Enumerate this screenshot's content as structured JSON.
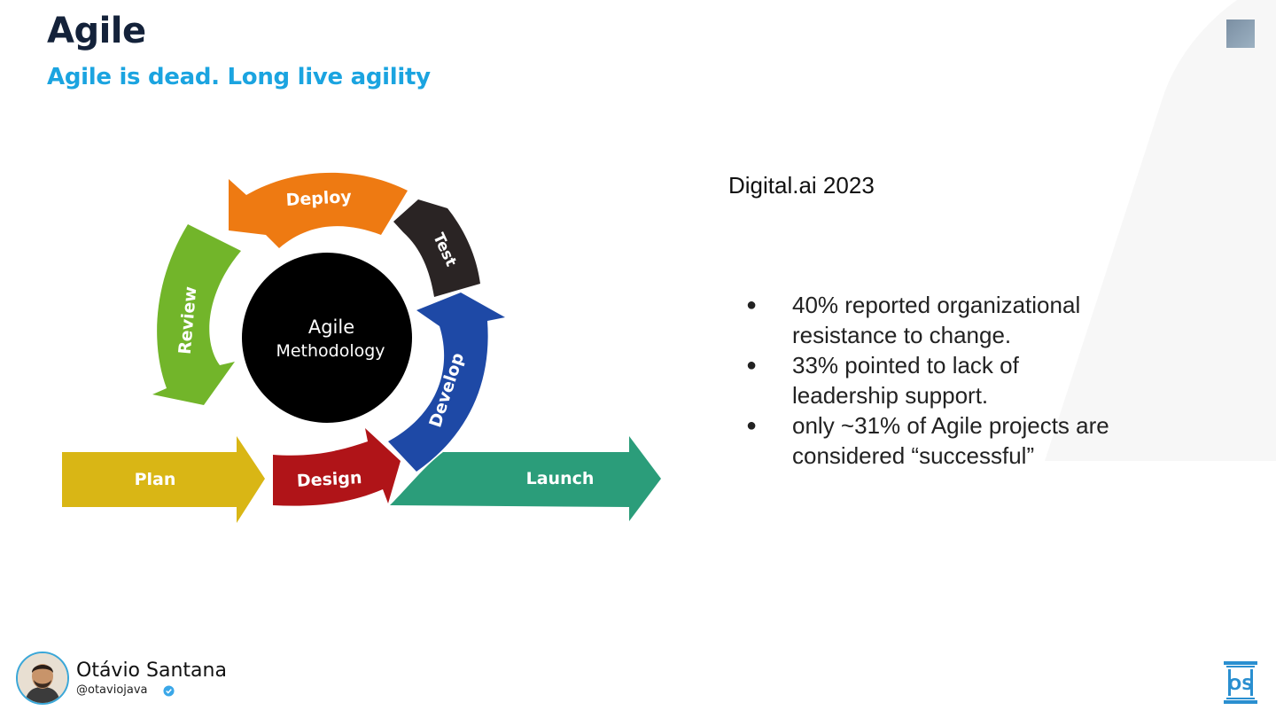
{
  "slide": {
    "title": "Agile",
    "subtitle": "Agile is dead. Long live agility"
  },
  "diagram": {
    "center": [
      "Agile",
      "Methodology"
    ],
    "steps": {
      "plan": "Plan",
      "design": "Design",
      "develop": "Develop",
      "test": "Test",
      "deploy": "Deploy",
      "review": "Review",
      "launch": "Launch"
    },
    "colors": {
      "plan": "#d9b615",
      "design": "#b01418",
      "develop": "#1e49a6",
      "test": "#2a2424",
      "deploy": "#ee7a12",
      "review": "#72b52a",
      "launch": "#2b9d7a",
      "center": "#000000"
    }
  },
  "content": {
    "source": "Digital.ai 2023",
    "bullets": [
      "40% reported organizational resistance to change.",
      "33% pointed to lack of leadership support.",
      "only ~31% of Agile projects are considered “successful”"
    ]
  },
  "author": {
    "name": "Otávio Santana",
    "handle": "@otaviojava"
  },
  "icons": {
    "avatar": "avatar-photo-icon",
    "verified": "verified-badge-icon",
    "logo": "os-logo-icon"
  }
}
